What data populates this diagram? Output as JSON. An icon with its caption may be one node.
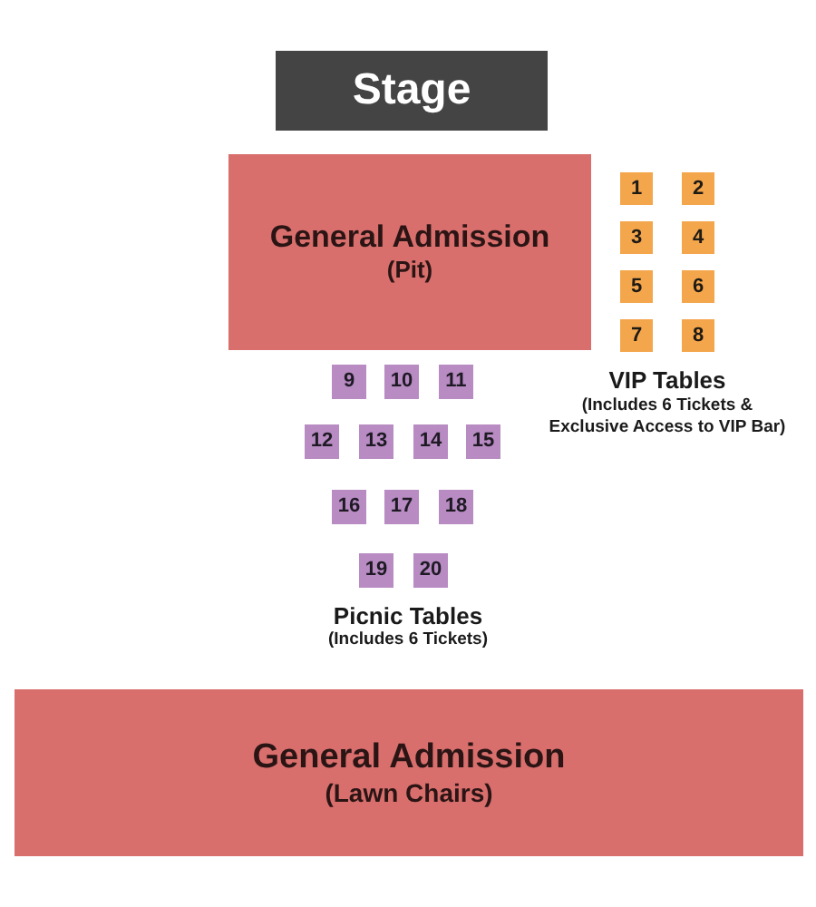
{
  "diagram": {
    "nodes": [
      {
        "text": [
          "Stage"
        ]
      },
      {
        "text": [
          "General Admission",
          "(Pit)"
        ]
      },
      {
        "text": [
          "1"
        ]
      },
      {
        "text": [
          "2"
        ]
      },
      {
        "text": [
          "3"
        ]
      },
      {
        "text": [
          "4"
        ]
      },
      {
        "text": [
          "5"
        ]
      },
      {
        "text": [
          "6"
        ]
      },
      {
        "text": [
          "7"
        ]
      },
      {
        "text": [
          "8"
        ]
      },
      {
        "text": [
          "9"
        ]
      },
      {
        "text": [
          "10"
        ]
      },
      {
        "text": [
          "11"
        ]
      },
      {
        "text": [
          "12"
        ]
      },
      {
        "text": [
          "13"
        ]
      },
      {
        "text": [
          "14"
        ]
      },
      {
        "text": [
          "15"
        ]
      },
      {
        "text": [
          "16"
        ]
      },
      {
        "text": [
          "17"
        ]
      },
      {
        "text": [
          "18"
        ]
      },
      {
        "text": [
          "19"
        ]
      },
      {
        "text": [
          "20"
        ]
      },
      {
        "text": [
          "General Admission",
          "(Lawn Chairs)"
        ]
      }
    ],
    "edges": [],
    "labels": [
      "VIP Tables",
      "(Includes 6 Tickets & Exclusive Access to VIP Bar)",
      "Picnic Tables",
      "(Includes 6 Tickets)"
    ]
  }
}
